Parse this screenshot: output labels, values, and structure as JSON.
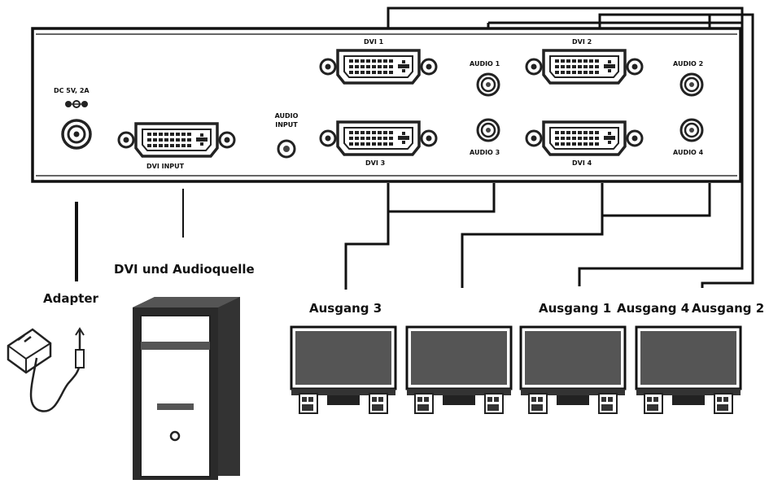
{
  "device": {
    "power_label": "DC 5V, 2A",
    "dvi_input_label": "DVI INPUT",
    "audio_input_label_line1": "AUDIO",
    "audio_input_label_line2": "INPUT",
    "dvi1_label": "DVI 1",
    "dvi2_label": "DVI 2",
    "dvi3_label": "DVI 3",
    "dvi4_label": "DVI 4",
    "audio1_label": "AUDIO 1",
    "audio2_label": "AUDIO 2",
    "audio3_label": "AUDIO 3",
    "audio4_label": "AUDIO 4"
  },
  "captions": {
    "adapter": "Adapter",
    "source": "DVI und Audioquelle",
    "output3": "Ausgang 3",
    "output1": "Ausgang 1",
    "output4": "Ausgang 4",
    "output2": "Ausgang 2"
  },
  "icons": [
    "power-adapter-icon",
    "computer-tower-icon",
    "monitor-icon",
    "dvi-port-icon",
    "audio-jack-icon",
    "dc-jack-icon"
  ]
}
